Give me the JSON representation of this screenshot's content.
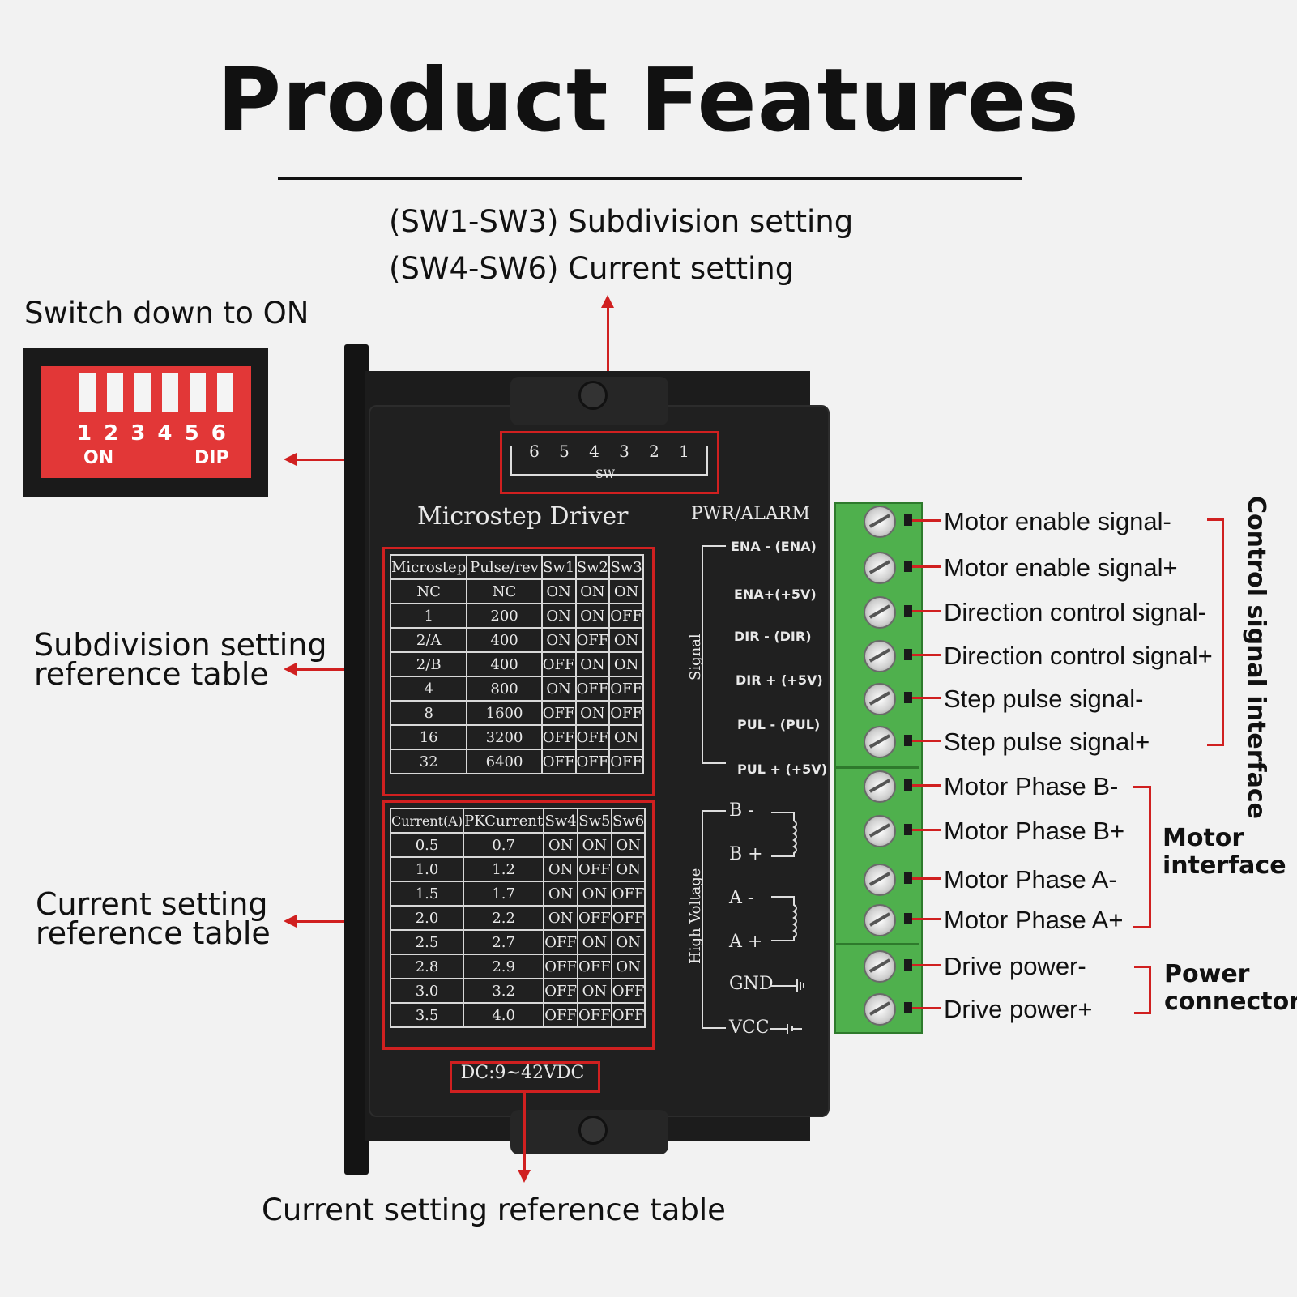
{
  "title": "Product Features",
  "callouts": {
    "sw_line1": "(SW1-SW3) Subdivision setting",
    "sw_line2": "(SW4-SW6) Current setting",
    "switch_on": "Switch down to ON",
    "subdivision_table_1": "Subdivision setting",
    "subdivision_table_2": "reference table",
    "current_table_1": "Current setting",
    "current_table_2": "reference table",
    "bottom": "Current setting reference table"
  },
  "dip": {
    "numbers": "1 2 3 4 5 6",
    "on": "ON",
    "dip": "DIP"
  },
  "device": {
    "sw_numbers": [
      "6",
      "5",
      "4",
      "3",
      "2",
      "1"
    ],
    "sw_label": "SW",
    "driver_title": "Microstep Driver",
    "pwr_alarm": "PWR/ALARM",
    "signal_label": "Signal",
    "high_voltage_label": "High Voltage",
    "dc": "DC:9~42VDC",
    "signals": [
      "ENA - (ENA)",
      "ENA+(+5V)",
      "DIR - (DIR)",
      "DIR + (+5V)",
      "PUL - (PUL)",
      "PUL + (+5V)"
    ],
    "power_terms": [
      "B -",
      "B +",
      "A -",
      "A +",
      "GND",
      "VCC"
    ]
  },
  "microstep_table": {
    "headers": [
      "Microstep",
      "Pulse/rev",
      "Sw1",
      "Sw2",
      "Sw3"
    ],
    "rows": [
      [
        "NC",
        "NC",
        "ON",
        "ON",
        "ON"
      ],
      [
        "1",
        "200",
        "ON",
        "ON",
        "OFF"
      ],
      [
        "2/A",
        "400",
        "ON",
        "OFF",
        "ON"
      ],
      [
        "2/B",
        "400",
        "OFF",
        "ON",
        "ON"
      ],
      [
        "4",
        "800",
        "ON",
        "OFF",
        "OFF"
      ],
      [
        "8",
        "1600",
        "OFF",
        "ON",
        "OFF"
      ],
      [
        "16",
        "3200",
        "OFF",
        "OFF",
        "ON"
      ],
      [
        "32",
        "6400",
        "OFF",
        "OFF",
        "OFF"
      ]
    ]
  },
  "current_table": {
    "headers": [
      "Current(A)",
      "PKCurrent",
      "Sw4",
      "Sw5",
      "Sw6"
    ],
    "rows": [
      [
        "0.5",
        "0.7",
        "ON",
        "ON",
        "ON"
      ],
      [
        "1.0",
        "1.2",
        "ON",
        "OFF",
        "ON"
      ],
      [
        "1.5",
        "1.7",
        "ON",
        "ON",
        "OFF"
      ],
      [
        "2.0",
        "2.2",
        "ON",
        "OFF",
        "OFF"
      ],
      [
        "2.5",
        "2.7",
        "OFF",
        "ON",
        "ON"
      ],
      [
        "2.8",
        "2.9",
        "OFF",
        "OFF",
        "ON"
      ],
      [
        "3.0",
        "3.2",
        "OFF",
        "ON",
        "OFF"
      ],
      [
        "3.5",
        "4.0",
        "OFF",
        "OFF",
        "OFF"
      ]
    ]
  },
  "terminal_labels": [
    "Motor enable signal-",
    "Motor enable signal+",
    "Direction control signal-",
    "Direction control signal+",
    "Step pulse signal-",
    "Step pulse signal+",
    "Motor Phase B-",
    "Motor Phase B+",
    "Motor Phase A-",
    "Motor Phase A+",
    "Drive power-",
    "Drive power+"
  ],
  "groups": {
    "control": "Control signal interface",
    "motor_1": "Motor",
    "motor_2": "interface",
    "power_1": "Power",
    "power_2": "connector"
  },
  "colors": {
    "accent_red": "#d02020",
    "terminal_green": "#4fb04d",
    "device_black": "#1c1c1c"
  }
}
